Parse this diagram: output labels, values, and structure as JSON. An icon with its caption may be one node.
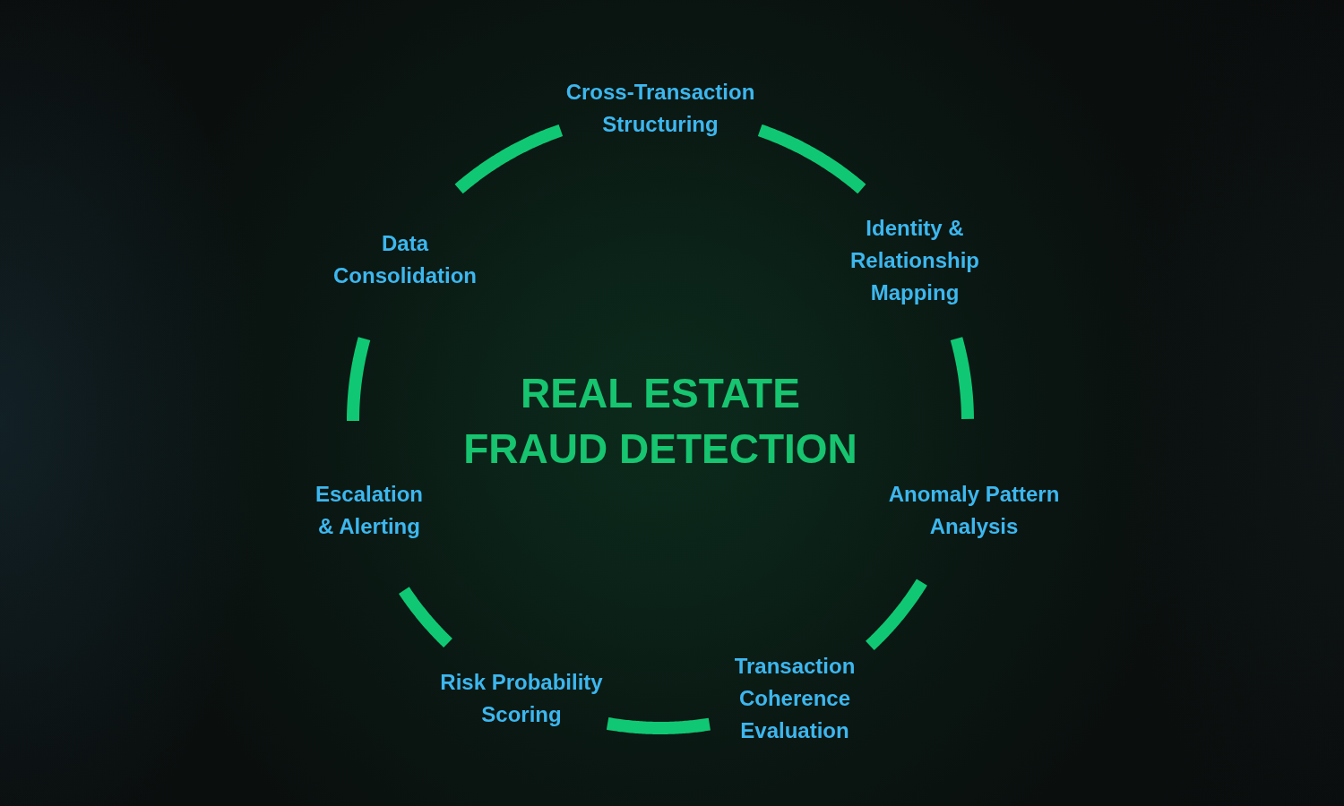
{
  "diagram": {
    "title": "REAL ESTATE FRAUD DETECTION",
    "nodes": [
      {
        "text": [
          "Data Consolidation"
        ]
      },
      {
        "text": [
          "Cross-Transaction Structuring"
        ]
      },
      {
        "text": [
          "Identity & Relationship Mapping"
        ]
      },
      {
        "text": [
          "Anomaly Pattern Analysis"
        ]
      },
      {
        "text": [
          "Transaction Coherence Evaluation"
        ]
      },
      {
        "text": [
          "Risk Probability Scoring"
        ]
      },
      {
        "text": [
          "Escalation & Alerting"
        ]
      }
    ],
    "edges": [
      {
        "from": 0,
        "to": 1,
        "arrow": "none"
      },
      {
        "from": 1,
        "to": 2,
        "arrow": "none"
      },
      {
        "from": 2,
        "to": 3,
        "arrow": "none"
      },
      {
        "from": 3,
        "to": 4,
        "arrow": "none"
      },
      {
        "from": 4,
        "to": 5,
        "arrow": "none"
      },
      {
        "from": 5,
        "to": 6,
        "arrow": "none"
      },
      {
        "from": 6,
        "to": 0,
        "arrow": "none"
      }
    ]
  }
}
